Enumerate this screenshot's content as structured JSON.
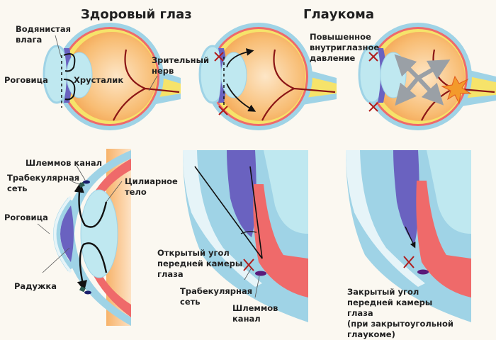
{
  "titles": {
    "healthy": "Здоровый глаз",
    "glaucoma": "Глаукома"
  },
  "top_left_labels": {
    "aqueous_humor": "Водянистая\nвлага",
    "cornea": "Роговица",
    "lens": "Хрусталик",
    "optic_nerve": "Зрительный\nнерв"
  },
  "top_right_labels": {
    "increased_pressure": "Повышенное\nвнутриглазное\nдавление"
  },
  "bottom_left_labels": {
    "schlemm_canal": "Шлеммов канал",
    "trabecular_meshwork": "Трабекулярная\nсеть",
    "ciliary_body": "Цилиарное\nтело",
    "cornea": "Роговица",
    "iris": "Радужка"
  },
  "bottom_middle_labels": {
    "open_angle": "Открытый угол\nпередней камеры\nглаза",
    "trabecular_meshwork": "Трабекулярная\nсеть",
    "schlemm_canal": "Шлеммов\nканал"
  },
  "bottom_right_labels": {
    "closed_angle": "Закрытый угол\nпередней камеры\nглаза\n(при закрытоугольной глаукоме)"
  },
  "colors": {
    "background": "#fbf8f1",
    "sclera_blue": "#9fd3e6",
    "choroid_red": "#ef6a6a",
    "retina_yellow": "#f6e36a",
    "vitreous_orange": "#f7b36a",
    "lens_blue": "#bfe8f0",
    "iris_purple": "#6a62c0",
    "vessel_dark": "#8b1515",
    "block_x": "#b01c1c",
    "pressure_arrow": "#9aa0a6"
  }
}
